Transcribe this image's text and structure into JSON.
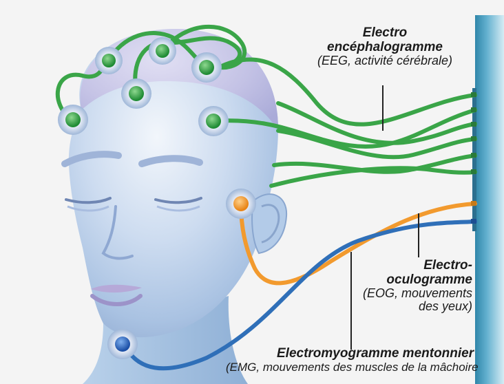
{
  "labels": {
    "eeg": {
      "title_line1": "Electro",
      "title_line2": "encéphalogramme",
      "detail": "(EEG, activité cérébrale)"
    },
    "eog": {
      "title_line1": "Electro-",
      "title_line2": "oculogramme",
      "detail_line1": "(EOG, mouvements",
      "detail_line2": "des yeux)"
    },
    "emg": {
      "title": "Electromyogramme mentonnier",
      "detail": "(EMG, mouvements des muscles de la mâchoire"
    }
  },
  "colors": {
    "eeg_wire": "#3aa548",
    "eog_wire": "#f29a2e",
    "emg_wire": "#2f6fb8",
    "skin": "#c9dcef",
    "panel": "#5fa7c4"
  },
  "icons": [
    "electrode-icon",
    "connector-panel-icon"
  ]
}
